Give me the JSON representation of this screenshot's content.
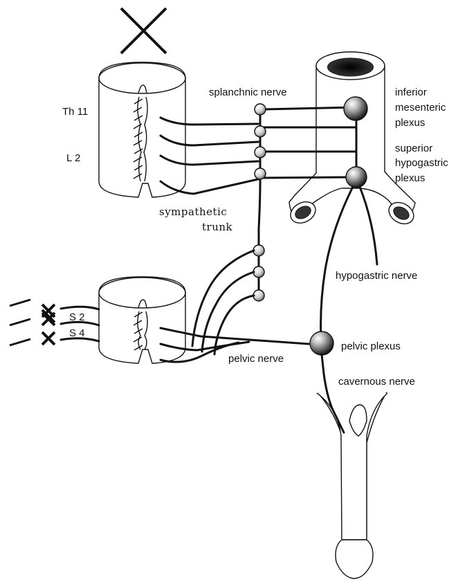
{
  "labels": {
    "spinal_th": "Th 11",
    "spinal_l": "L 2",
    "splanchnic_nerve": "splanchnic nerve",
    "sympathetic_trunk_line1": "sympathetic",
    "sympathetic_trunk_line2": "trunk",
    "inferior_mesenteric_line1": "inferior",
    "inferior_mesenteric_line2": "mesenteric",
    "inferior_mesenteric_line3": "plexus",
    "superior_hypogastric_line1": "superior",
    "superior_hypogastric_line2": "hypogastric",
    "superior_hypogastric_line3": "plexus",
    "hypogastric_nerve": "hypogastric nerve",
    "sacral_s2": "S 2",
    "sacral_s4": "S 4",
    "pelvic_plexus": "pelvic plexus",
    "pelvic_nerve": "pelvic nerve",
    "cavernous_nerve": "cavernous nerve"
  },
  "icons": {
    "lesion_mark": "x-mark-icon",
    "ganglion": "ganglion-bead-icon",
    "plexus": "plexus-sphere-icon"
  },
  "colors": {
    "ink": "#111111",
    "background": "#ffffff"
  }
}
